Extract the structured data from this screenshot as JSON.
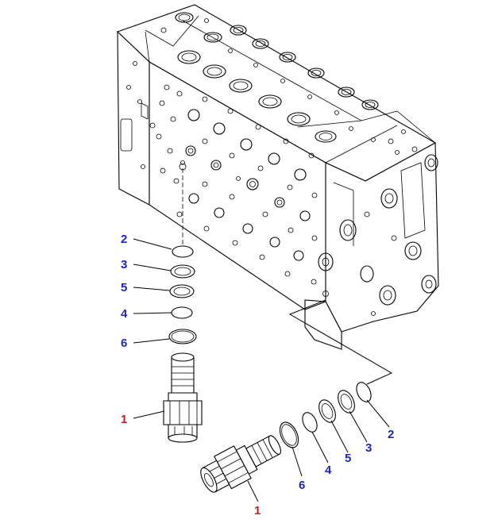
{
  "callouts": [
    {
      "id": "c-left-2",
      "text": "2",
      "color": "#1f1fcc"
    },
    {
      "id": "c-left-3",
      "text": "3",
      "color": "#1f1fcc"
    },
    {
      "id": "c-left-5",
      "text": "5",
      "color": "#1f1fcc"
    },
    {
      "id": "c-left-4",
      "text": "4",
      "color": "#1f1fcc"
    },
    {
      "id": "c-left-6",
      "text": "6",
      "color": "#1f1fcc"
    },
    {
      "id": "c-left-1",
      "text": "1",
      "color": "#d01818"
    },
    {
      "id": "c-right-2",
      "text": "2",
      "color": "#1f1fcc"
    },
    {
      "id": "c-right-3",
      "text": "3",
      "color": "#1f1fcc"
    },
    {
      "id": "c-right-5",
      "text": "5",
      "color": "#1f1fcc"
    },
    {
      "id": "c-right-4",
      "text": "4",
      "color": "#1f1fcc"
    },
    {
      "id": "c-right-6",
      "text": "6",
      "color": "#1f1fcc"
    },
    {
      "id": "c-right-1",
      "text": "1",
      "color": "#d01818"
    }
  ]
}
